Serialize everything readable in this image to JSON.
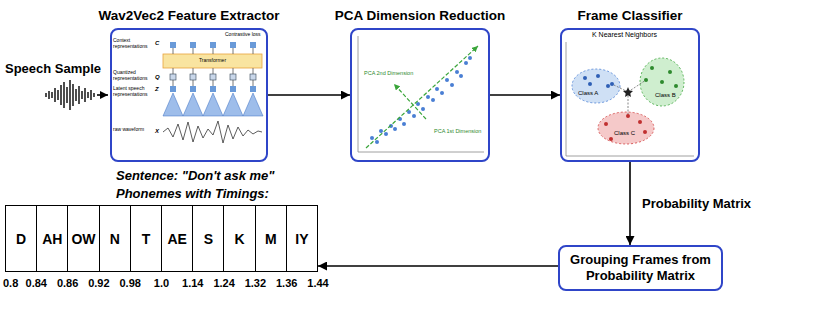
{
  "diagram": {
    "nodes": [
      {
        "text": [
          "Wav2Vec2 Feature Extractor"
        ]
      },
      {
        "text": [
          "PCA Dimension Reduction"
        ]
      },
      {
        "text": [
          "Frame Classifier"
        ]
      },
      {
        "text": [
          "Grouping Frames from Probability Matrix"
        ]
      },
      {
        "text": [
          "Sentence: \"Don't ask me\"",
          "Phonemes with Timings:"
        ]
      },
      {
        "text": [
          "D"
        ],
        "in": 4
      },
      {
        "text": [
          "AH"
        ],
        "in": 4
      },
      {
        "text": [
          "OW"
        ],
        "in": 4
      },
      {
        "text": [
          "N"
        ],
        "in": 4
      },
      {
        "text": [
          "T"
        ],
        "in": 4
      },
      {
        "text": [
          "AE"
        ],
        "in": 4
      },
      {
        "text": [
          "S"
        ],
        "in": 4
      },
      {
        "text": [
          "K"
        ],
        "in": 4
      },
      {
        "text": [
          "M"
        ],
        "in": 4
      },
      {
        "text": [
          "IY"
        ],
        "in": 4
      }
    ],
    "edges": [
      {
        "from": 0,
        "to": 1,
        "arrow": "to"
      },
      {
        "from": 1,
        "to": 2,
        "arrow": "to"
      },
      {
        "from": 2,
        "to": 3,
        "arrow": "to",
        "label": "Probability Matrix"
      },
      {
        "from": 3,
        "to": 4,
        "arrow": "to"
      }
    ],
    "labels": [
      "Speech Sample",
      "Contrastive loss",
      "Context representations",
      "C",
      "Transformer",
      "Quantized representations",
      "Q",
      "Latent speech representations",
      "Z",
      "raw waveform",
      "X",
      "PCA 1st Dimension",
      "PCA 2nd Dimension",
      "K Nearest Neighbors",
      "Class A",
      "Class B",
      "Class C",
      "0.8",
      "0.84",
      "0.86",
      "0.92",
      "0.98",
      "1.0",
      "1.14",
      "1.24",
      "1.32",
      "1.36",
      "1.44"
    ]
  }
}
